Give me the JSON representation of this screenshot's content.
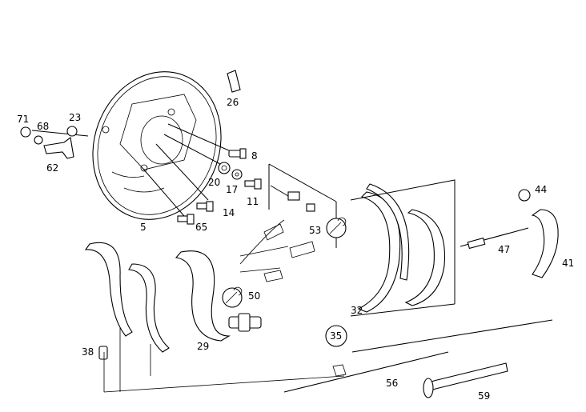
{
  "diagram": {
    "callouts": {
      "c5": "5",
      "c8": "8",
      "c11": "11",
      "c14": "14",
      "c17": "17",
      "c20": "20",
      "c23": "23",
      "c26": "26",
      "c29": "29",
      "c32": "32",
      "c35": "35",
      "c38": "38",
      "c41": "41",
      "c44": "44",
      "c47": "47",
      "c50": "50",
      "c53": "53",
      "c56": "56",
      "c59": "59",
      "c62": "62",
      "c65": "65",
      "c68": "68",
      "c71": "71"
    },
    "icons": [
      "wrench-symbol-icon",
      "wrench-symbol-icon"
    ]
  }
}
